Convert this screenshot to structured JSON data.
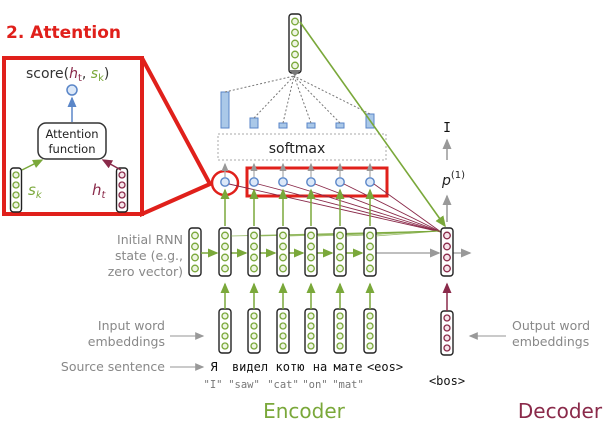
{
  "title": "2. Attention",
  "inset": {
    "score_prefix": "score(",
    "score_h": "h",
    "score_h_sub": "t",
    "score_comma": ", ",
    "score_s": "s",
    "score_s_sub": "k",
    "score_suffix": ")",
    "box_line1": "Attention",
    "box_line2": "function",
    "s_label": "s",
    "s_sub": "k",
    "h_label": "h",
    "h_sub": "t"
  },
  "softmax_label": "softmax",
  "output_token": "I",
  "p_label": "p",
  "p_sup": "(1)",
  "left_labels": {
    "rnn_line1": "Initial RNN",
    "rnn_line2": "state (e.g.,",
    "rnn_line3": "zero vector)",
    "input_line1": "Input word",
    "input_line2": "embeddings",
    "source": "Source sentence"
  },
  "right_labels": {
    "output_line1": "Output word",
    "output_line2": "embeddings"
  },
  "source_tokens": [
    "Я",
    "видел",
    "котю",
    "на",
    "мате",
    "<eos>"
  ],
  "translations": [
    "\"I\"",
    "\"saw\"",
    "\"cat\"",
    "\"on\"",
    "\"mat\""
  ],
  "decoder_input": "<bos>",
  "encoder_label": "Encoder",
  "decoder_label": "Decoder",
  "colors": {
    "title_red": "#e0201b",
    "encoder_green": "#7aa83a",
    "decoder_maroon": "#8a2a4a",
    "attention_blue": "#5a86c8",
    "bar_blue": "#aac8e8",
    "gray": "#888888"
  }
}
